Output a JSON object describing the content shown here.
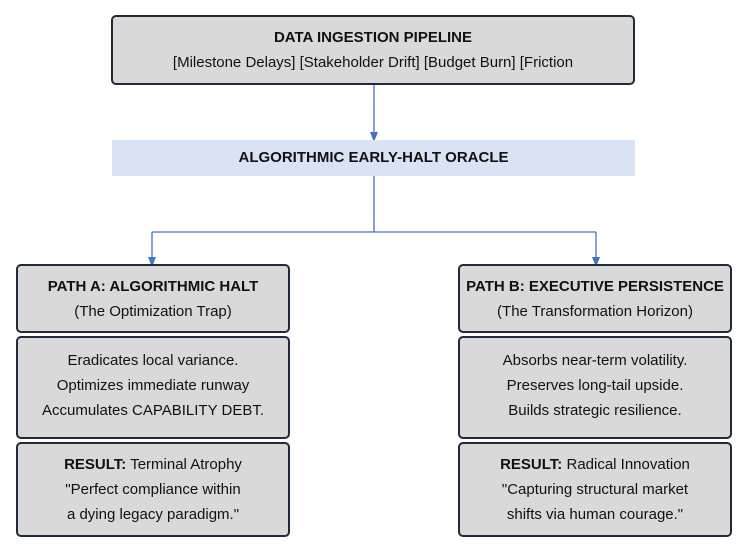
{
  "pipeline": {
    "title": "DATA INGESTION PIPELINE",
    "items": "[Milestone Delays] [Stakeholder Drift] [Budget Burn] [Friction"
  },
  "oracle": {
    "title": "ALGORITHMIC EARLY-HALT ORACLE"
  },
  "path_a": {
    "title": "PATH A: ALGORITHMIC HALT",
    "subtitle": "(The Optimization Trap)",
    "effects": [
      "Eradicates local variance.",
      "Optimizes immediate runway",
      "Accumulates CAPABILITY DEBT."
    ],
    "result_label": "RESULT:",
    "result_value": "Terminal Atrophy",
    "quote_lines": [
      "\"Perfect compliance within",
      "a dying legacy paradigm.\""
    ]
  },
  "path_b": {
    "title": "PATH B: EXECUTIVE PERSISTENCE",
    "subtitle": "(The Transformation Horizon)",
    "effects": [
      "Absorbs near-term volatility.",
      "Preserves long-tail upside.",
      "Builds strategic resilience."
    ],
    "result_label": "RESULT:",
    "result_value": "Radical Innovation",
    "quote_lines": [
      "\"Capturing structural market",
      "shifts via human courage.\""
    ]
  },
  "colors": {
    "box_fill": "#d9d9d9",
    "box_border": "#1f2a3a",
    "oracle_fill": "#dae3f3",
    "connector": "#4472c4"
  }
}
